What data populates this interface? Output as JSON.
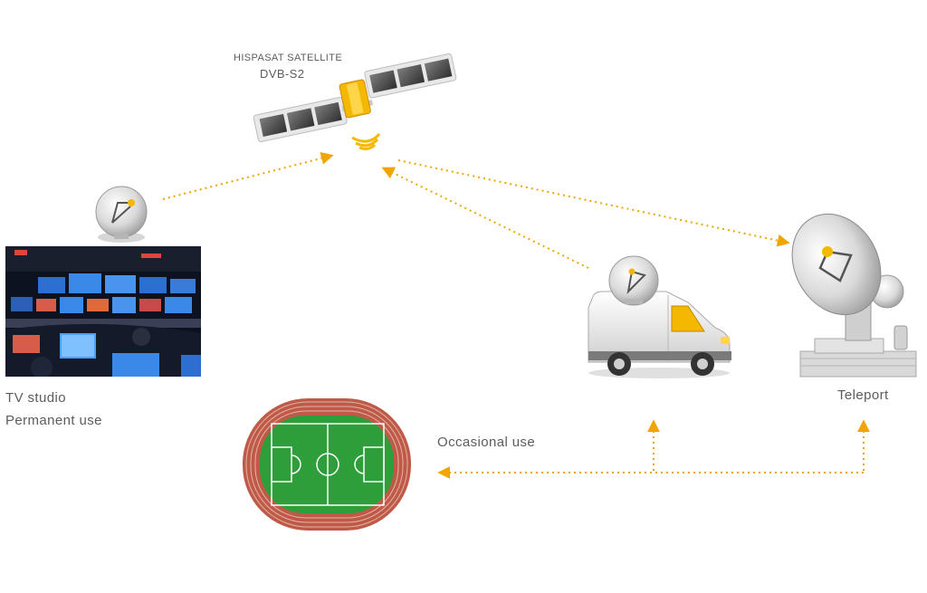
{
  "satellite": {
    "name": "HISPASAT SATELLITE",
    "standard": "DVB-S2"
  },
  "studio": {
    "line1": "TV studio",
    "line2": "Permanent use"
  },
  "stadium": {
    "label": "Occasional use"
  },
  "teleport": {
    "label": "Teleport"
  },
  "colors": {
    "link": "#f0a500",
    "accent": "#f5b800",
    "text": "#5c5c5c",
    "pitch": "#2e9e3a",
    "track": "#b04b3c"
  }
}
